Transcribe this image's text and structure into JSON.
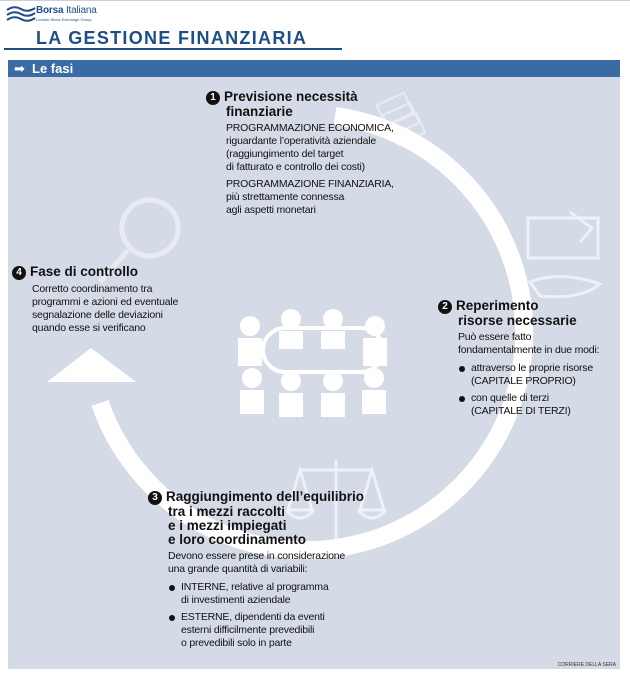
{
  "brand": {
    "name_bold": "Borsa",
    "name_light": "Italiana",
    "sub": "London Stock Exchange Group"
  },
  "title": "LA GESTIONE FINANZIARIA",
  "section_label": "Le fasi",
  "phases": [
    {
      "number": "1",
      "title_lines": [
        "Previsione necessità",
        "finanziarie"
      ],
      "paragraphs": [
        [
          "PROGRAMMAZIONE ECONOMICA,",
          "riguardante l’operatività aziendale",
          "(raggiungimento del target",
          "di fatturato e controllo dei costi)"
        ],
        [
          "PROGRAMMAZIONE FINANZIARIA,",
          "più strettamente connessa",
          "agli aspetti monetari"
        ]
      ]
    },
    {
      "number": "2",
      "title_lines": [
        "Reperimento",
        "risorse necessarie"
      ],
      "intro_lines": [
        "Può essere fatto",
        "fondamentalmente in due modi:"
      ],
      "bullets": [
        [
          "attraverso le proprie risorse",
          "(CAPITALE PROPRIO)"
        ],
        [
          "con quelle di terzi",
          "(CAPITALE DI TERZI)"
        ]
      ]
    },
    {
      "number": "3",
      "title_lines": [
        "Raggiungimento dell’equilibrio",
        "tra i mezzi raccolti",
        "e i mezzi impiegati",
        "e loro coordinamento"
      ],
      "intro_lines": [
        "Devono essere prese in considerazione",
        "una grande quantità di variabili:"
      ],
      "bullets": [
        [
          "INTERNE, relative al programma",
          "di investimenti aziendale"
        ],
        [
          "ESTERNE, dipendenti da eventi",
          "esterni difficilmente prevedibili",
          "o prevedibili solo in parte"
        ]
      ]
    },
    {
      "number": "4",
      "title_lines": [
        "Fase di controllo"
      ],
      "body_lines": [
        "Corretto coordinamento tra",
        "programmi e azioni ed eventuale",
        "segnalazione delle deviazioni",
        "quando esse si verificano"
      ]
    }
  ],
  "credit": "CORRIERE DELLA SERA",
  "colors": {
    "brand_blue": "#1d4f86",
    "bar_blue": "#3a6ba5",
    "panel_bg": "#d5dbe6",
    "cycle_arrow": "#ffffff"
  },
  "icons": [
    "cycle-arrow",
    "magnifier-icon",
    "meeting-table-icon",
    "scales-icon",
    "paper-stack-icon",
    "hand-card-icon",
    "hand-icon"
  ]
}
